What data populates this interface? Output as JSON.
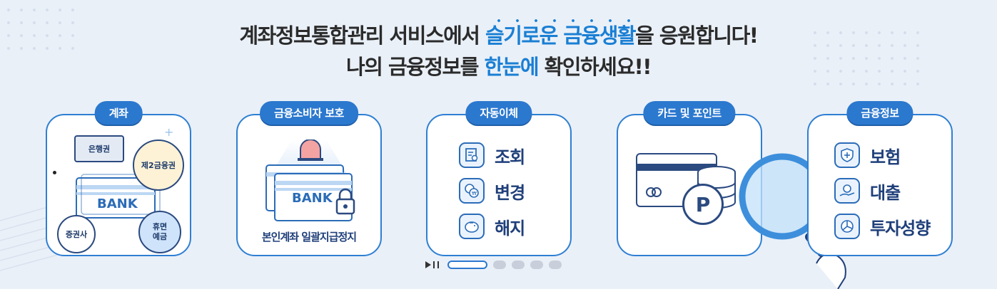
{
  "headline": {
    "line1_pre": "계좌정보통합관리 서비스에서 ",
    "line1_highlight": "슬기로운 금융생활",
    "line1_post": "을 응원합니다!",
    "line2_pre": "나의 금융정보를 ",
    "line2_highlight": "한눈에",
    "line2_post": " 확인하세요!!"
  },
  "cards": {
    "account": {
      "title": "계좌",
      "bank_label": "BANK",
      "bubble_bank": "은행권",
      "bubble_second": "제2금융권",
      "bubble_securities": "증권사",
      "bubble_dormant": "휴면\n예금"
    },
    "protection": {
      "title": "금융소비자 보호",
      "bank_label": "BANK",
      "caption": "본인계좌 일괄지급정지"
    },
    "autotransfer": {
      "title": "자동이체",
      "items": [
        {
          "label": "조회",
          "icon": "document-search-icon"
        },
        {
          "label": "변경",
          "icon": "currency-exchange-icon"
        },
        {
          "label": "해지",
          "icon": "piggy-bank-icon"
        }
      ]
    },
    "card_point": {
      "title": "카드 및 포인트",
      "point_label": "P"
    },
    "fininfo": {
      "title": "금융정보",
      "items": [
        {
          "label": "보험",
          "icon": "shield-plus-icon"
        },
        {
          "label": "대출",
          "icon": "hand-coin-icon"
        },
        {
          "label": "투자성향",
          "icon": "pie-chart-icon"
        }
      ]
    }
  },
  "slider": {
    "total_pages": 5,
    "active_page": 1
  },
  "colors": {
    "accent": "#2b78cf",
    "highlight": "#1a7fd4",
    "background": "#eaf0f8"
  }
}
